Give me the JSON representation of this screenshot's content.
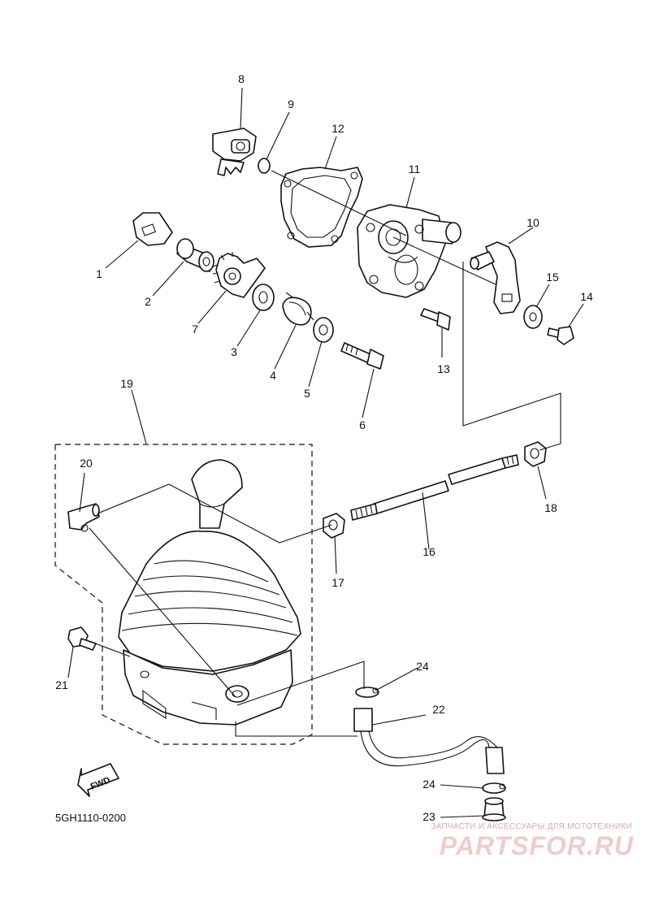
{
  "diagram_code": "5GH1110-0200",
  "fwd_label": "FWD",
  "watermark": {
    "tagline": "ЗАПЧАСТИ И АКСЕССУАРЫ ДЛЯ МОТОТЕХНИКИ",
    "brand": "PARTSFOR.RU"
  },
  "callouts": {
    "c1": "1",
    "c2": "2",
    "c3": "3",
    "c4": "4",
    "c5": "5",
    "c6": "6",
    "c7": "7",
    "c8": "8",
    "c9": "9",
    "c10": "10",
    "c11": "11",
    "c12": "12",
    "c13": "13",
    "c14": "14",
    "c15": "15",
    "c16": "16",
    "c17": "17",
    "c18": "18",
    "c19": "19",
    "c20": "20",
    "c21": "21",
    "c22": "22",
    "c23": "23",
    "c24a": "24",
    "c24b": "24"
  }
}
